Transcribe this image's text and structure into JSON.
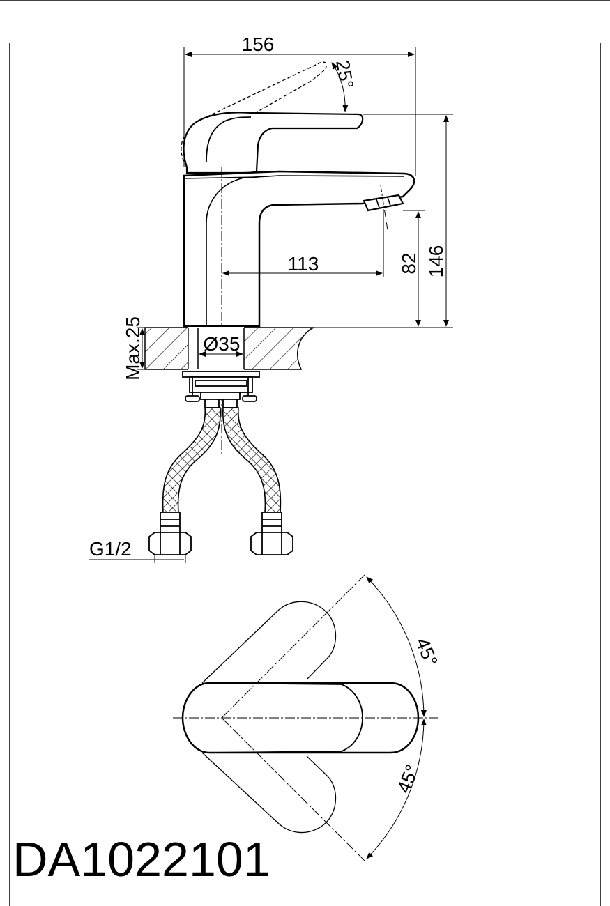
{
  "model_code": "DA1022101",
  "dimensions": {
    "width_total": "156",
    "spout_reach": "113",
    "spout_height": "82",
    "total_height": "146",
    "base_diameter": "Ø35",
    "max_deck_thickness": "Max.25",
    "thread": "G1/2"
  },
  "angles": {
    "lever_lift": "25°",
    "rotation_upper": "45°",
    "rotation_lower": "45°"
  }
}
